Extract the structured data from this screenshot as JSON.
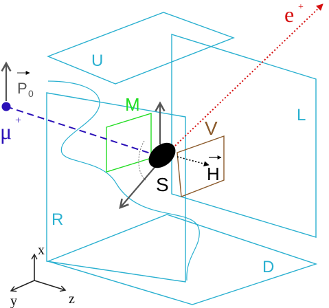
{
  "labels": {
    "up": "U",
    "down": "D",
    "left": "L",
    "right": "R",
    "target": "S",
    "magnet": "M",
    "veto": "V",
    "muon": "μ",
    "muon_charge": "+",
    "positron": "e",
    "positron_charge": "+",
    "momentum_symbol": "P",
    "momentum_subscript": "0",
    "field_symbol": "H",
    "axis_x": "x",
    "axis_y": "y",
    "axis_z": "z"
  },
  "colors": {
    "detector_frames": "#2ab0d0",
    "magnet": "#22dd22",
    "veto": "#8b5a2b",
    "muon": "#2a10b8",
    "positron": "#d61010",
    "target": "#000000",
    "arrows": "#555555"
  }
}
